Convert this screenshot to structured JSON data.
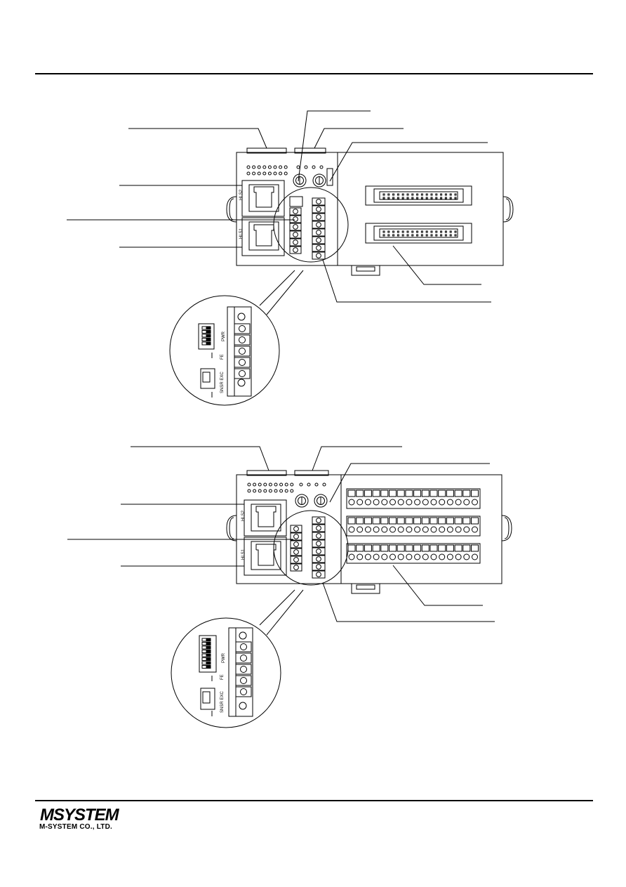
{
  "figures": [
    {
      "id": "upper",
      "port_labels": [
        "HLS2",
        "HLS1"
      ],
      "zoom_labels": {
        "power": "PWR",
        "sink": "SNSR EXC",
        "fe": "FE"
      }
    },
    {
      "id": "lower",
      "port_labels": [
        "HLS2",
        "HLS1"
      ],
      "zoom_labels": {
        "power": "PWR",
        "sink": "SNSR EXC",
        "fe": "FE"
      }
    }
  ],
  "footer": {
    "logo_text": "MSYSTEM",
    "company_name": "M-SYSTEM CO., LTD."
  },
  "colors": {
    "line": "#000000",
    "background": "#ffffff"
  }
}
